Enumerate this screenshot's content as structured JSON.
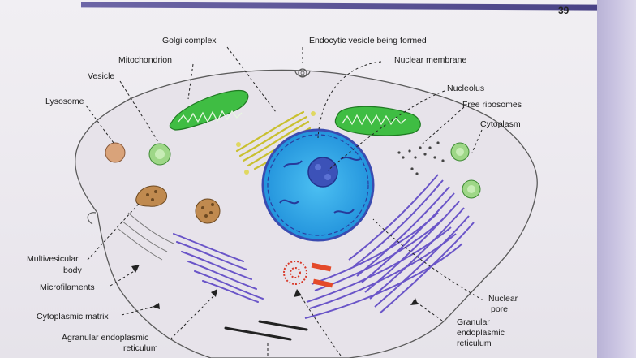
{
  "page": {
    "number": "39"
  },
  "labels": {
    "golgi": "Golgi complex",
    "endocytic": "Endocytic vesicle being formed",
    "mitochondrion": "Mitochondrion",
    "nuclear_membrane": "Nuclear membrane",
    "vesicle": "Vesicle",
    "nucleolus": "Nucleolus",
    "lysosome": "Lysosome",
    "free_ribosomes": "Free ribosomes",
    "cytoplasm": "Cytoplasm",
    "multivesicular_1": "Multivesicular",
    "multivesicular_2": "body",
    "microfilaments": "Microfilaments",
    "nuclear_pore_1": "Nuclear",
    "nuclear_pore_2": "pore",
    "cytoplasmic_matrix": "Cytoplasmic matrix",
    "granular_er_1": "Granular",
    "granular_er_2": "endoplasmic",
    "granular_er_3": "reticulum",
    "agranular_er_1": "Agranular endoplasmic",
    "agranular_er_2": "reticulum"
  },
  "colors": {
    "nucleus": "#2aa3e6",
    "nucleus_membrane": "#3a4bb0",
    "mitochondria": "#35b33a",
    "golgi": "#d8d24a",
    "lysosome": "#d9a37a",
    "vesicle": "#8fd27a",
    "er": "#6a55c8",
    "cell_membrane": "#555"
  }
}
